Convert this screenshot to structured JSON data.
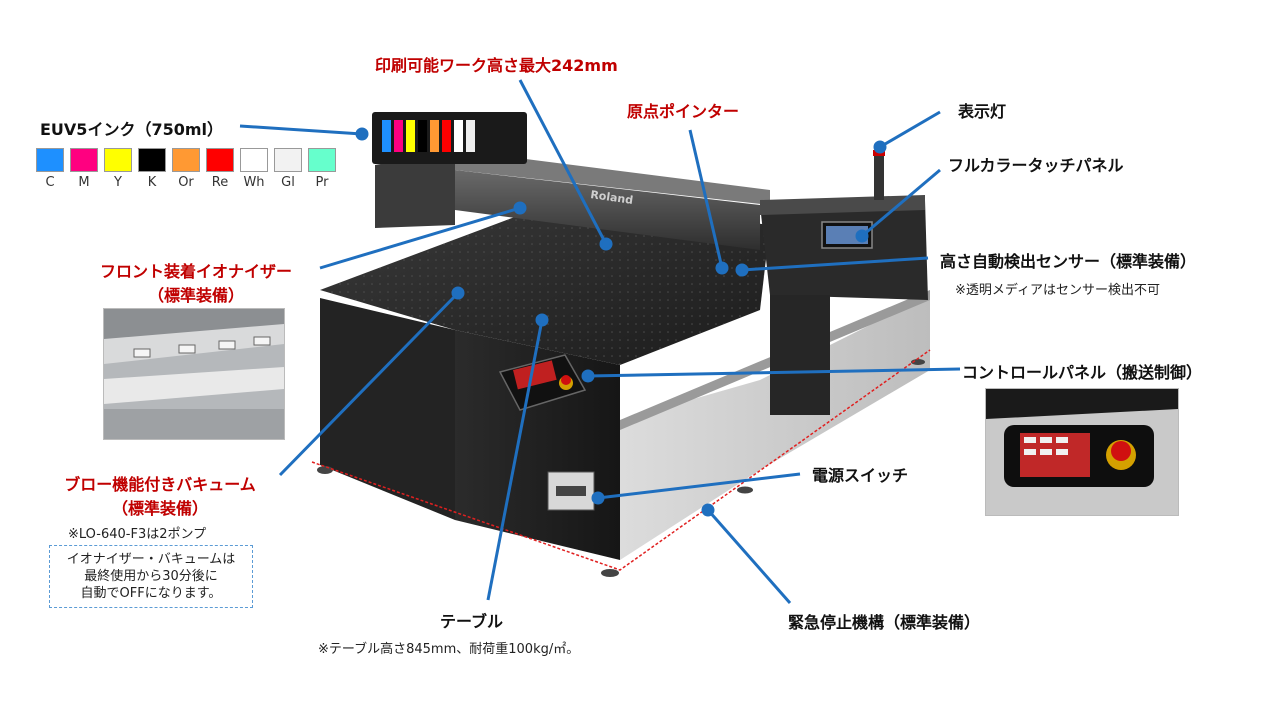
{
  "labels": {
    "ink": "EUV5インク（750ml）",
    "work_height": "印刷可能ワーク高さ最大242mm",
    "origin_pointer": "原点ポインター",
    "indicator": "表示灯",
    "touch_panel": "フルカラータッチパネル",
    "height_sensor": "高さ自動検出センサー（標準装備）",
    "height_sensor_note": "※透明メディアはセンサー検出不可",
    "ionizer_line1": "フロント装着イオナイザー",
    "ionizer_line2": "（標準装備）",
    "control_panel": "コントロールパネル（搬送制御）",
    "vacuum_line1": "ブロー機能付きバキューム",
    "vacuum_line2": "（標準装備）",
    "vacuum_note": "※LO-640-F3は2ポンプ",
    "power_switch": "電源スイッチ",
    "table": "テーブル",
    "table_note": "※テーブル高さ845mm、耐荷重100kg/㎡。",
    "emergency_stop": "緊急停止機構（標準装備）",
    "info_box": [
      "イオナイザー・バキュームは",
      "最終使用から30分後に",
      "自動でOFFになります。"
    ]
  },
  "ink_colors": [
    {
      "code": "C",
      "color": "#1e90ff"
    },
    {
      "code": "M",
      "color": "#ff0080"
    },
    {
      "code": "Y",
      "color": "#ffff00"
    },
    {
      "code": "K",
      "color": "#000000"
    },
    {
      "code": "Or",
      "color": "#ff9933"
    },
    {
      "code": "Re",
      "color": "#ff0000"
    },
    {
      "code": "Wh",
      "color": "#ffffff"
    },
    {
      "code": "Gl",
      "color": "#f2f2f2"
    },
    {
      "code": "Pr",
      "color": "#66ffcc"
    }
  ],
  "printer_brand": "Roland",
  "colors": {
    "leader": "#1f6fbf",
    "accent_red": "#c00000"
  }
}
